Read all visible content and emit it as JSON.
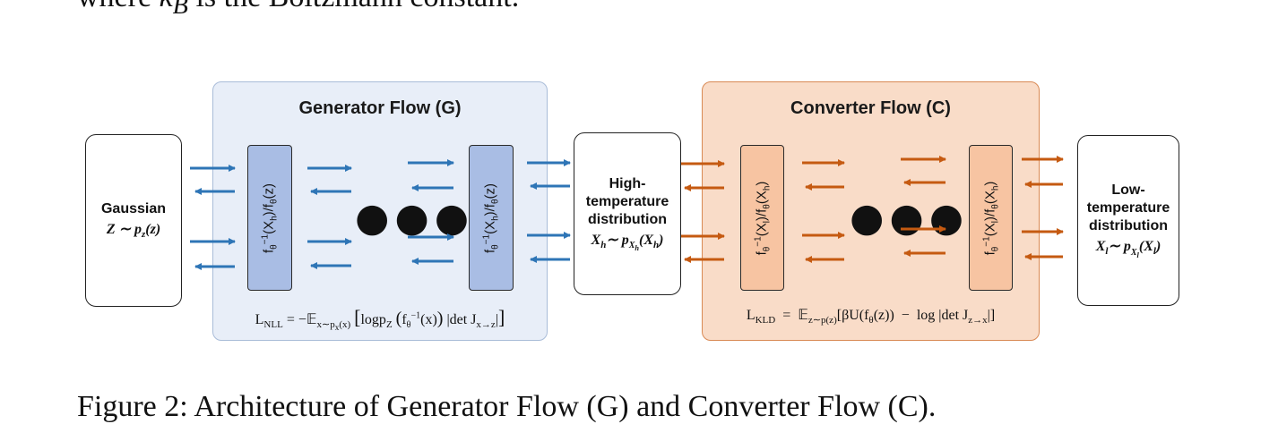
{
  "caption_top": "where  k_B  is the Boltzmann constant.",
  "caption_bottom": "Figure 2: Architecture of Generator Flow (G) and Converter Flow (C).",
  "generator": {
    "title": "Generator Flow (G)",
    "layer_label": "f_θ^{-1}(X_h)/f_θ(z)",
    "loss": "L_NLL = −E_{x∼p_x(x)} [ log p_Z ( f_θ^{-1}(x) ) |det J_{x→z}| ]",
    "color": "#a9bde4",
    "arrow_color": "#2e75b6"
  },
  "converter": {
    "title": "Converter Flow (C)",
    "layer_label": "f_θ^{-1}(X_l)/f_θ(X_h)",
    "loss": "L_KLD = E_{z∼p(z)}[βU(f_θ(z)) − log |det J_{z→x}|]",
    "color": "#f7c4a2",
    "arrow_color": "#c55a11"
  },
  "boxes": {
    "gaussian": {
      "label": "Gaussian",
      "formula": "Z ∼ p_z(z)"
    },
    "high": {
      "label_lines": [
        "High-",
        "temperature",
        "distribution"
      ],
      "formula": "X_h∼ p_{X_h}(X_h)"
    },
    "low": {
      "label_lines": [
        "Low-",
        "temperature",
        "distribution"
      ],
      "formula": "X_l∼ p_{X_l}(X_l)"
    }
  },
  "ellipsis": "●●●"
}
